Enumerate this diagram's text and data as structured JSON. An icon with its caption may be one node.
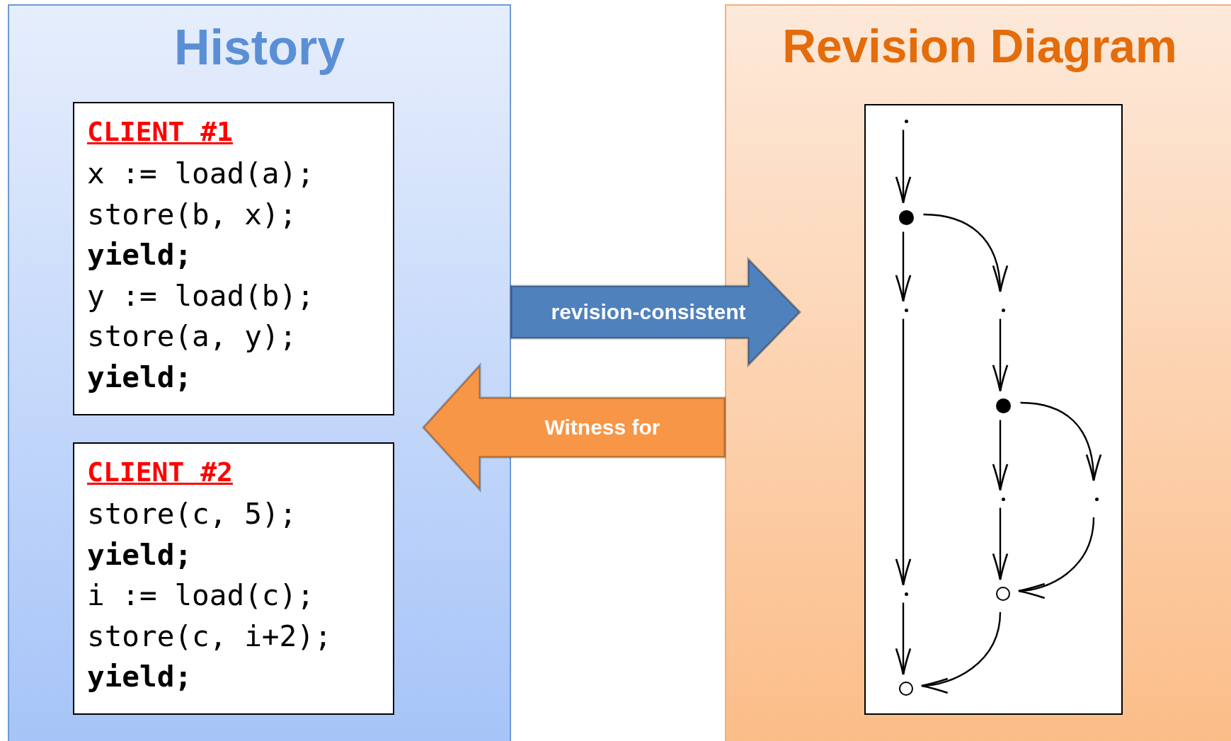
{
  "diagram": {
    "nodes": [
      {
        "text": [
          "History"
        ]
      },
      {
        "text": [
          "CLIENT #1",
          "x := load(a);",
          "store(b, x);",
          "**yield;**",
          "y := load(b);",
          "store(a, y);",
          "**yield;**"
        ],
        "in": 0
      },
      {
        "text": [
          "CLIENT #2",
          "store(c, 5);",
          "**yield;**",
          "i := load(c);",
          "store(c, i+2);",
          "**yield;**"
        ],
        "in": 0
      },
      {
        "text": [
          "Revision Diagram"
        ]
      },
      {
        "text": [],
        "shape": "box",
        "in": 3
      },
      {
        "text": [],
        "shape": "dot",
        "in": 4
      },
      {
        "text": [],
        "shape": "disc",
        "in": 4
      },
      {
        "text": [],
        "shape": "dot",
        "in": 4
      },
      {
        "text": [],
        "shape": "dot",
        "in": 4
      },
      {
        "text": [],
        "shape": "disc",
        "in": 4
      },
      {
        "text": [],
        "shape": "dot",
        "in": 4
      },
      {
        "text": [],
        "shape": "dot",
        "in": 4
      },
      {
        "text": [],
        "shape": "dot",
        "in": 4
      },
      {
        "text": [],
        "shape": "circle",
        "in": 4
      },
      {
        "text": [],
        "shape": "circle",
        "in": 4
      }
    ],
    "edges": [
      {
        "from": 0,
        "to": 3,
        "arrow": "to",
        "label": "revision-consistent",
        "style": "thick",
        "color": "#4f81bd"
      },
      {
        "from": 3,
        "to": 0,
        "arrow": "to",
        "label": "Witness for",
        "style": "thick",
        "color": "#f79646"
      },
      {
        "from": 5,
        "to": 6,
        "arrow": "to"
      },
      {
        "from": 6,
        "to": 7,
        "arrow": "to"
      },
      {
        "from": 6,
        "to": 8,
        "arrow": "to"
      },
      {
        "from": 7,
        "to": 12,
        "arrow": "to"
      },
      {
        "from": 8,
        "to": 9,
        "arrow": "to"
      },
      {
        "from": 9,
        "to": 10,
        "arrow": "to"
      },
      {
        "from": 9,
        "to": 11,
        "arrow": "to"
      },
      {
        "from": 10,
        "to": 13,
        "arrow": "to"
      },
      {
        "from": 11,
        "to": 13,
        "arrow": "to"
      },
      {
        "from": 12,
        "to": 14,
        "arrow": "to"
      },
      {
        "from": 13,
        "to": 14,
        "arrow": "to"
      }
    ]
  }
}
